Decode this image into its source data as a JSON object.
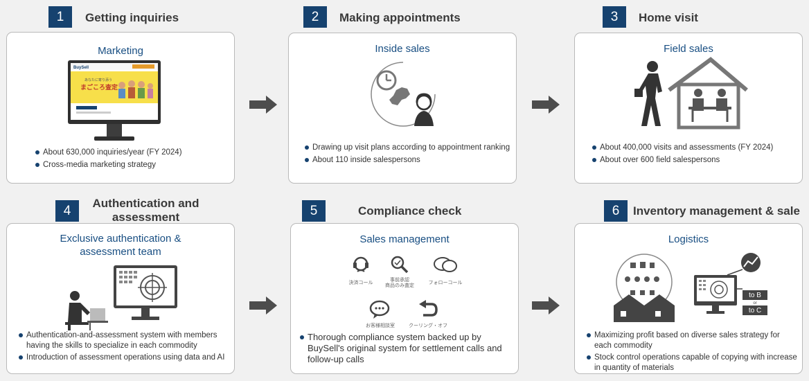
{
  "steps": [
    {
      "number": "1",
      "title": "Getting inquiries",
      "card_title": "Marketing",
      "bullets": [
        "About 630,000 inquiries/year (FY 2024)",
        "Cross-media marketing strategy"
      ]
    },
    {
      "number": "2",
      "title": "Making appointments",
      "card_title": "Inside sales",
      "bullets": [
        "Drawing up visit plans according to appointment ranking",
        "About 110 inside salespersons"
      ]
    },
    {
      "number": "3",
      "title": "Home visit",
      "card_title": "Field sales",
      "bullets": [
        "About 400,000 visits and assessments (FY 2024)",
        "About over 600 field salespersons"
      ]
    },
    {
      "number": "4",
      "title": "Authentication and assessment",
      "card_title": "Exclusive authentication & assessment team",
      "bullets": [
        "Authentication-and-assessment system with members having the skills to specialize in each commodity",
        "Introduction of assessment operations using data and AI"
      ]
    },
    {
      "number": "5",
      "title": "Compliance check",
      "card_title": "Sales management",
      "bullets": [
        "Thorough compliance system backed up by BuySell's original system for settlement calls and follow-up calls"
      ],
      "icon_labels": [
        "決済コール",
        "事前承認\n商品のみ査定",
        "フォローコール",
        "お客様相談室",
        "クーリング・オフ"
      ]
    },
    {
      "number": "6",
      "title": "Inventory management & sale",
      "card_title": "Logistics",
      "bullets": [
        "Maximizing profit based on diverse sales strategy for each commodity",
        "Stock control operations capable of copying with increase in quantity of materials"
      ],
      "channel_labels": [
        "to B",
        "or",
        "to C"
      ]
    }
  ],
  "website_mock": {
    "logo": "BuySell",
    "heading": "まごころ査定",
    "tagline": "あなたに寄り添う"
  },
  "colors": {
    "navy": "#16426f",
    "title_blue": "#184e82",
    "arrow": "#4d4d4d",
    "icon_gray": "#777777"
  }
}
